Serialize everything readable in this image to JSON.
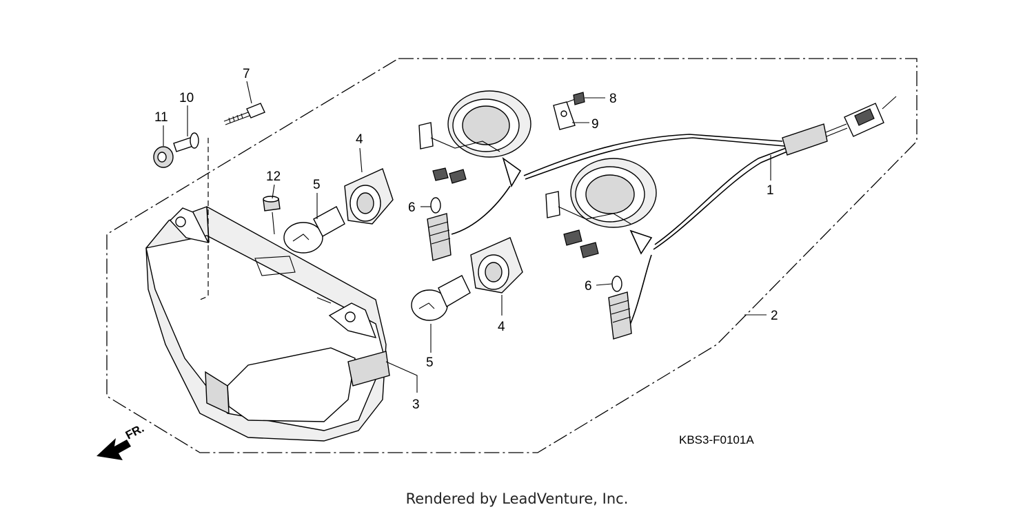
{
  "diagram": {
    "callouts": [
      {
        "id": "1",
        "text": "1"
      },
      {
        "id": "2",
        "text": "2"
      },
      {
        "id": "3",
        "text": "3"
      },
      {
        "id": "4a",
        "text": "4"
      },
      {
        "id": "4b",
        "text": "4"
      },
      {
        "id": "5a",
        "text": "5"
      },
      {
        "id": "5b",
        "text": "5"
      },
      {
        "id": "6a",
        "text": "6"
      },
      {
        "id": "6b",
        "text": "6"
      },
      {
        "id": "7",
        "text": "7"
      },
      {
        "id": "8",
        "text": "8"
      },
      {
        "id": "9",
        "text": "9"
      },
      {
        "id": "10",
        "text": "10"
      },
      {
        "id": "11",
        "text": "11"
      },
      {
        "id": "12",
        "text": "12"
      }
    ],
    "part_code": "KBS3-F0101A",
    "direction_label": "FR.",
    "direction_icon": "arrow-left-down-icon"
  },
  "footer": {
    "text": "Rendered by LeadVenture, Inc."
  }
}
